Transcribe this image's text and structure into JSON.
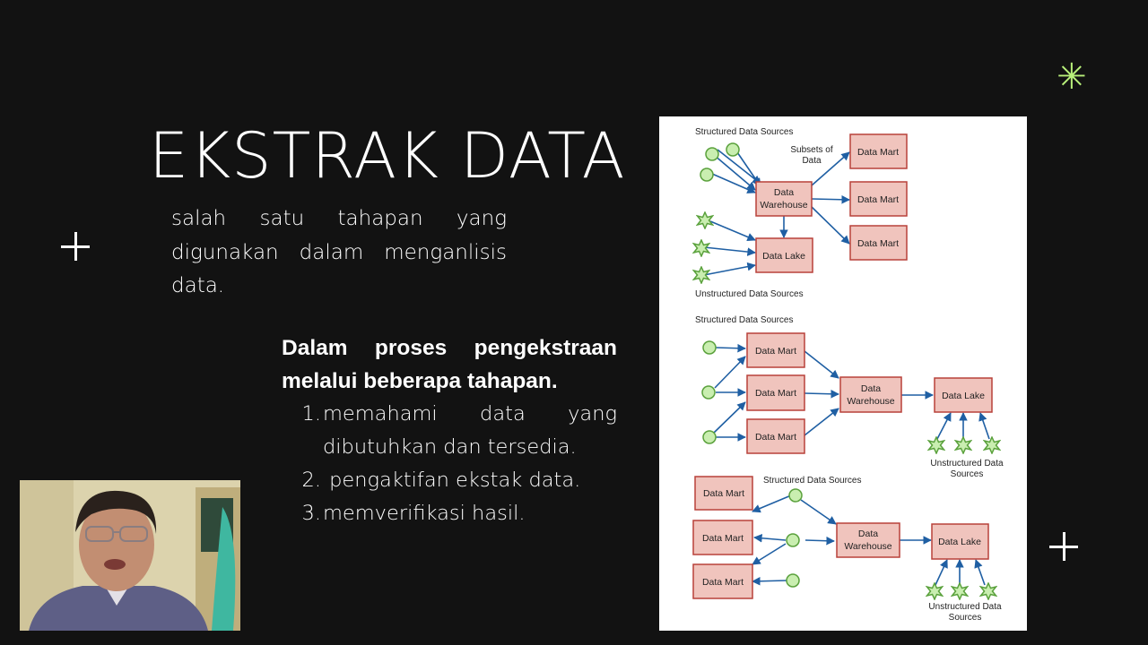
{
  "slide": {
    "title": "EKSTRAK DATA",
    "description": "salah satu tahapan yang digunakan dalam menganlisis data.",
    "section_heading": "Dalam proses pengekstraan melalui beberapa tahapan.",
    "steps": [
      {
        "number": "1.",
        "text": "memahami data yang dibutuhkan dan tersedia."
      },
      {
        "number": "2.",
        "text": " pengaktifan ekstak data."
      },
      {
        "number": "3.",
        "text": "memverifikasi hasil."
      }
    ]
  },
  "diagram": {
    "d1": {
      "structured_label": "Structured Data Sources",
      "subsets_label_1": "Subsets of",
      "subsets_label_2": "Data",
      "warehouse_1": "Data",
      "warehouse_2": "Warehouse",
      "data_lake": "Data Lake",
      "marts": [
        "Data Mart",
        "Data Mart",
        "Data Mart"
      ],
      "unstructured_label": "Unstructured Data Sources"
    },
    "d2": {
      "structured_label": "Structured Data Sources",
      "marts": [
        "Data Mart",
        "Data Mart",
        "Data Mart"
      ],
      "warehouse_1": "Data",
      "warehouse_2": "Warehouse",
      "data_lake": "Data Lake",
      "unstructured_label_1": "Unstructured Data",
      "unstructured_label_2": "Sources"
    },
    "d3": {
      "structured_label": "Structured Data Sources",
      "marts": [
        "Data Mart",
        "Data Mart",
        "Data Mart"
      ],
      "warehouse_1": "Data",
      "warehouse_2": "Warehouse",
      "data_lake": "Data Lake",
      "unstructured_label_1": "Unstructured Data",
      "unstructured_label_2": "Sources"
    }
  },
  "colors": {
    "background": "#121212",
    "accent": "#b8f07a",
    "box_fill": "#f0c4bd",
    "box_stroke": "#b8413a",
    "arrow": "#1f5fa3",
    "structured_node": "#c9eeb0",
    "structured_node_stroke": "#5aa13c"
  }
}
